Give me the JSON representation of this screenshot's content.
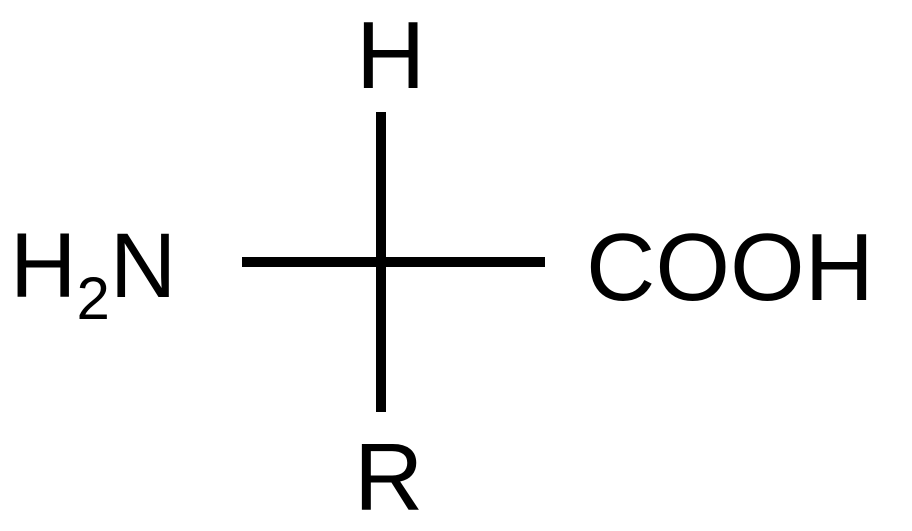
{
  "diagram": {
    "top_group": "H",
    "left_group": {
      "element_h": "H",
      "subscript": "2",
      "element_n": "N"
    },
    "right_group": "COOH",
    "bottom_group": "R"
  },
  "colors": {
    "ink": "#000000",
    "background": "#ffffff"
  }
}
